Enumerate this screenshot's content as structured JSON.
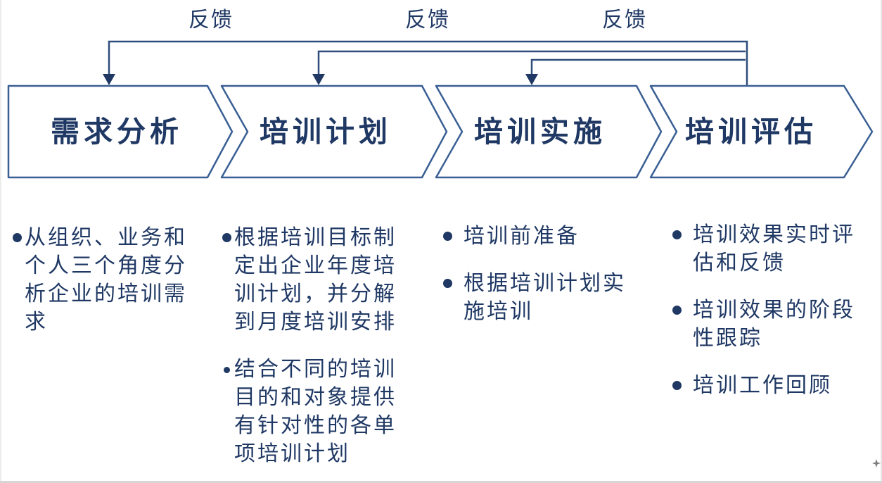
{
  "colors": {
    "text_navy": "#1f3864",
    "connector_navy": "#2e4d7b",
    "chevron_border": "#3a5f94",
    "chevron_fill": "#ffffff",
    "artifact_gray": "#7f7f7f"
  },
  "feedback_labels": [
    "反馈",
    "反馈",
    "反馈"
  ],
  "stages": [
    {
      "title": "需求分析"
    },
    {
      "title": "培训计划"
    },
    {
      "title": "培训实施"
    },
    {
      "title": "培训评估"
    }
  ],
  "details": {
    "col1": {
      "bullets": [
        {
          "text": "从组织、业务和\n个人三个角度分\n析企业的培训需\n求"
        }
      ]
    },
    "col2": {
      "bullets": [
        {
          "text": "根据培训目标制\n定出企业年度培\n训计划，并分解\n到月度培训安排"
        },
        {
          "text": "结合不同的培训\n目的和对象提供\n有针对性的各单\n项培训计划"
        }
      ]
    },
    "col3": {
      "bullets": [
        {
          "text": "培训前准备"
        },
        {
          "text": "根据培训计划实\n施培训"
        }
      ]
    },
    "col4": {
      "bullets": [
        {
          "text": "培训效果实时评\n估和反馈"
        },
        {
          "text": "培训效果的阶段\n性跟踪"
        },
        {
          "text": "培训工作回顾"
        }
      ]
    }
  }
}
